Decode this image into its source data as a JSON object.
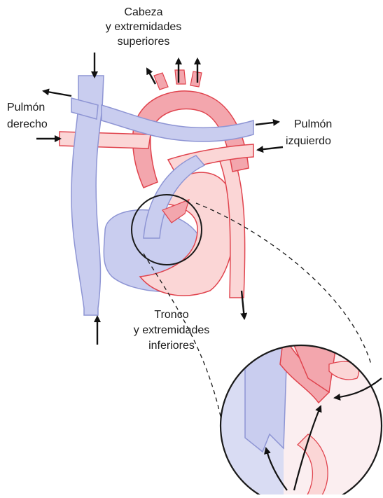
{
  "labels": {
    "head_line1": "Cabeza",
    "head_line2": "y extremidades",
    "head_line3": "superiores",
    "right_lung_line1": "Pulmón",
    "right_lung_line2": "derecho",
    "left_lung_line1": "Pulmón",
    "left_lung_line2": "izquierdo",
    "trunk_line1": "Tronco",
    "trunk_line2": "y extremidades",
    "trunk_line3": "inferiores"
  },
  "colors": {
    "venous_fill": "#c9cdef",
    "venous_stroke": "#8e95d4",
    "arterial_fill": "#f3a6ad",
    "arterial_light": "#fbd6d6",
    "arterial_stroke": "#e0444e",
    "outline": "#1a1a1a"
  }
}
